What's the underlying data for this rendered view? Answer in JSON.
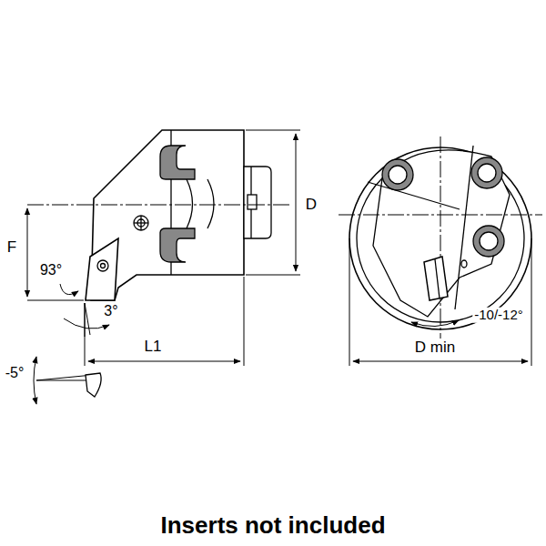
{
  "diagram": {
    "caption": "Inserts not included",
    "labels": [
      "F",
      "93°",
      "3°",
      "L1",
      "-5°",
      "D",
      "D min",
      "-10/-12°"
    ]
  }
}
